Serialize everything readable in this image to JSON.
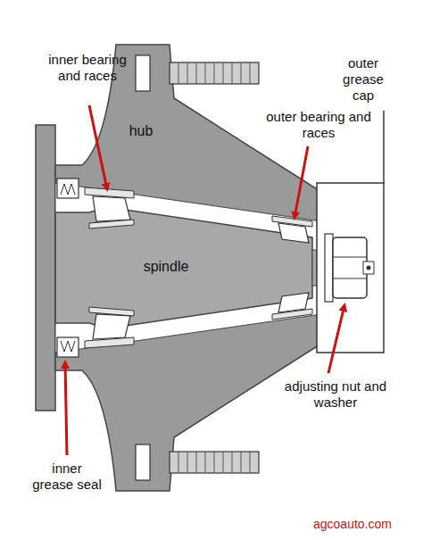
{
  "diagram": {
    "labels": [
      "inner bearing and races",
      "hub",
      "outer grease cap",
      "outer bearing and races",
      "spindle",
      "adjusting nut and washer",
      "inner grease seal",
      "agcoauto.com"
    ]
  }
}
